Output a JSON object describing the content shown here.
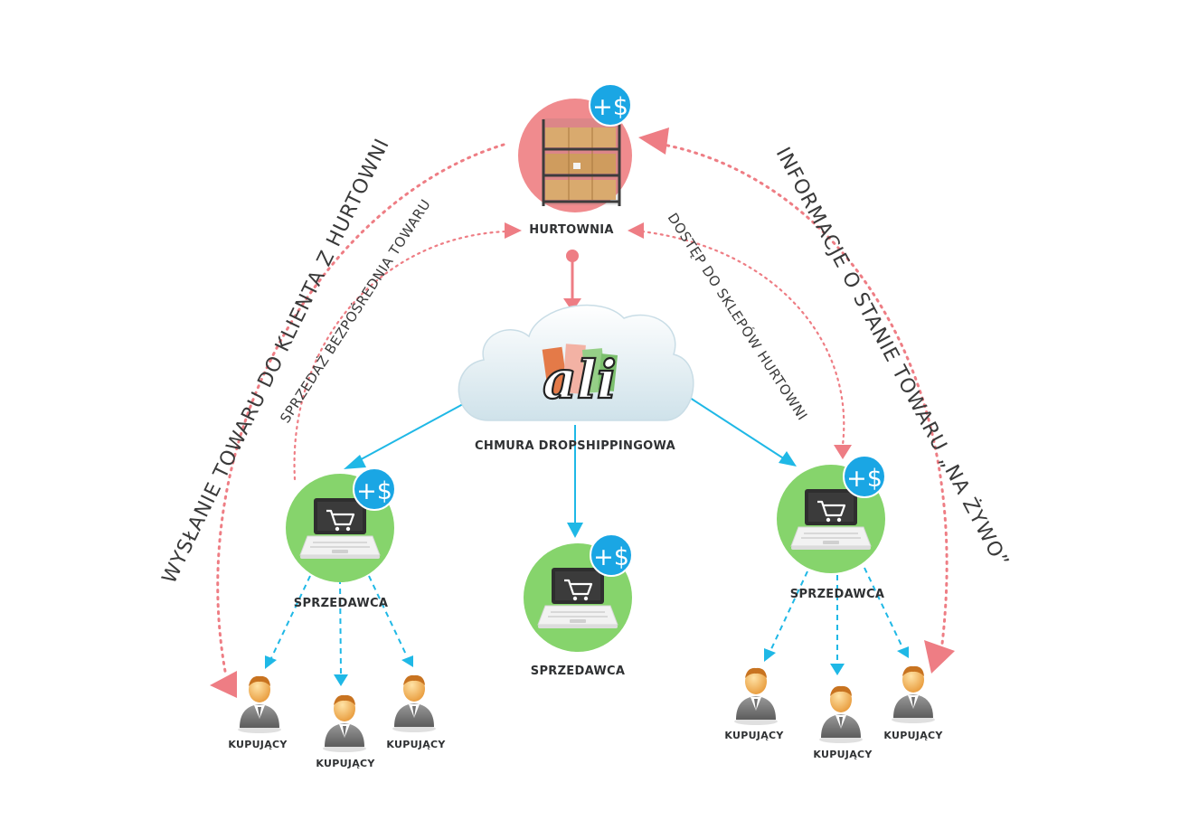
{
  "nodes": {
    "wholesaler": {
      "label": "HURTOWNIA",
      "badge": "+$"
    },
    "cloud": {
      "label": "CHMURA DROPSHIPPINGOWA",
      "logo_text": "ali"
    },
    "seller_left": {
      "label": "SPRZEDAWCA",
      "badge": "+$"
    },
    "seller_center": {
      "label": "SPRZEDAWCA",
      "badge": "+$"
    },
    "seller_right": {
      "label": "SPRZEDAWCA",
      "badge": "+$"
    },
    "buyers_left": [
      "KUPUJĄCY",
      "KUPUJĄCY",
      "KUPUJĄCY"
    ],
    "buyers_right": [
      "KUPUJĄCY",
      "KUPUJĄCY",
      "KUPUJĄCY"
    ]
  },
  "flows": {
    "outer_left": "WYSŁANIE TOWARU DO KLIENTA Z HURTOWNI",
    "inner_left": "SPRZEDAŻ BEZPOŚREDNIA TOWARU",
    "inner_right": "DOSTĘP DO SKLEPÓW HURTOWNI",
    "outer_right": "INFORMACJE O STANIE TOWARU  „NA ŻYWO”"
  },
  "colors": {
    "pink": "#ee7d84",
    "pink_circle": "#f08b8e",
    "blue": "#1fb8e6",
    "green": "#86d46c",
    "badge": "#1aa6e4"
  }
}
